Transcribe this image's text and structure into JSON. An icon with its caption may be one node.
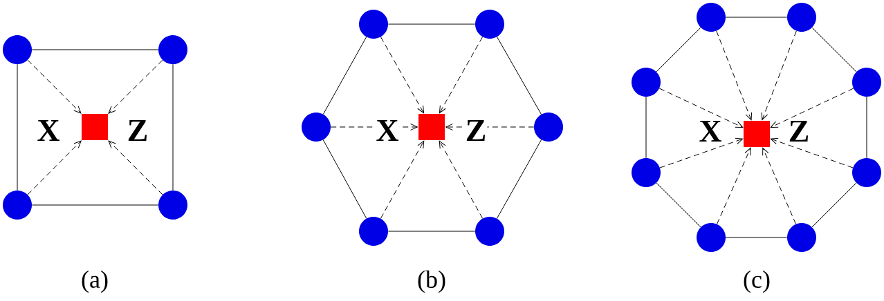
{
  "diagram": {
    "nodes": [
      {
        "text": [],
        "shape": "circle"
      },
      {
        "text": [],
        "shape": "circle"
      },
      {
        "text": [],
        "shape": "box"
      },
      {
        "text": [],
        "shape": "circle"
      },
      {
        "text": [],
        "shape": "circle"
      },
      {
        "text": [],
        "shape": "circle"
      },
      {
        "text": [],
        "shape": "circle"
      },
      {
        "text": [],
        "shape": "circle"
      },
      {
        "text": [],
        "shape": "box"
      },
      {
        "text": [],
        "shape": "circle"
      },
      {
        "text": [],
        "shape": "circle"
      },
      {
        "text": [],
        "shape": "circle"
      },
      {
        "text": [],
        "shape": "circle"
      },
      {
        "text": [],
        "shape": "circle"
      },
      {
        "text": [],
        "shape": "circle"
      },
      {
        "text": [],
        "shape": "circle"
      },
      {
        "text": [],
        "shape": "box"
      },
      {
        "text": [],
        "shape": "circle"
      },
      {
        "text": [],
        "shape": "circle"
      },
      {
        "text": [],
        "shape": "circle"
      },
      {
        "text": [],
        "shape": "circle"
      }
    ],
    "edges": [
      {
        "from": 0,
        "to": 1,
        "arrow": "none"
      },
      {
        "from": 1,
        "to": 4,
        "arrow": "none"
      },
      {
        "from": 4,
        "to": 3,
        "arrow": "none"
      },
      {
        "from": 3,
        "to": 0,
        "arrow": "none"
      },
      {
        "from": 0,
        "to": 2,
        "arrow": "to",
        "style": "dashed"
      },
      {
        "from": 1,
        "to": 2,
        "arrow": "to",
        "style": "dashed"
      },
      {
        "from": 3,
        "to": 2,
        "arrow": "to",
        "style": "dashed"
      },
      {
        "from": 4,
        "to": 2,
        "arrow": "to",
        "style": "dashed"
      },
      {
        "from": 5,
        "to": 6,
        "arrow": "none"
      },
      {
        "from": 6,
        "to": 9,
        "arrow": "none"
      },
      {
        "from": 9,
        "to": 11,
        "arrow": "none"
      },
      {
        "from": 11,
        "to": 10,
        "arrow": "none"
      },
      {
        "from": 10,
        "to": 7,
        "arrow": "none"
      },
      {
        "from": 7,
        "to": 5,
        "arrow": "none"
      },
      {
        "from": 5,
        "to": 8,
        "arrow": "to",
        "style": "dashed"
      },
      {
        "from": 6,
        "to": 8,
        "arrow": "to",
        "style": "dashed"
      },
      {
        "from": 7,
        "to": 8,
        "arrow": "to",
        "style": "dashed"
      },
      {
        "from": 9,
        "to": 8,
        "arrow": "to",
        "style": "dashed"
      },
      {
        "from": 10,
        "to": 8,
        "arrow": "to",
        "style": "dashed"
      },
      {
        "from": 11,
        "to": 8,
        "arrow": "to",
        "style": "dashed"
      },
      {
        "from": 12,
        "to": 13,
        "arrow": "none"
      },
      {
        "from": 13,
        "to": 15,
        "arrow": "none"
      },
      {
        "from": 15,
        "to": 18,
        "arrow": "none"
      },
      {
        "from": 18,
        "to": 20,
        "arrow": "none"
      },
      {
        "from": 20,
        "to": 19,
        "arrow": "none"
      },
      {
        "from": 19,
        "to": 17,
        "arrow": "none"
      },
      {
        "from": 17,
        "to": 14,
        "arrow": "none"
      },
      {
        "from": 14,
        "to": 12,
        "arrow": "none"
      },
      {
        "from": 12,
        "to": 16,
        "arrow": "to",
        "style": "dashed"
      },
      {
        "from": 13,
        "to": 16,
        "arrow": "to",
        "style": "dashed"
      },
      {
        "from": 14,
        "to": 16,
        "arrow": "to",
        "style": "dashed"
      },
      {
        "from": 15,
        "to": 16,
        "arrow": "to",
        "style": "dashed"
      },
      {
        "from": 17,
        "to": 16,
        "arrow": "to",
        "style": "dashed"
      },
      {
        "from": 18,
        "to": 16,
        "arrow": "to",
        "style": "dashed"
      },
      {
        "from": 19,
        "to": 16,
        "arrow": "to",
        "style": "dashed"
      },
      {
        "from": 20,
        "to": 16,
        "arrow": "to",
        "style": "dashed"
      }
    ],
    "labels": [
      "X",
      "Z",
      "X",
      "Z",
      "X",
      "Z",
      "(a)",
      "(b)",
      "(c)"
    ]
  }
}
